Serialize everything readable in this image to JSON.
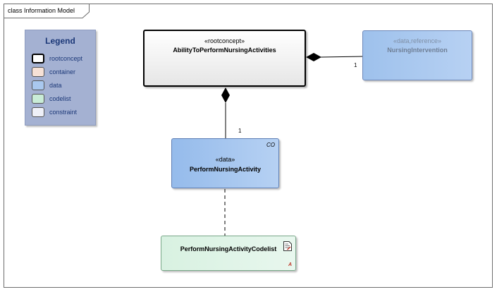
{
  "diagram": {
    "title": "class Information Model"
  },
  "legend": {
    "title": "Legend",
    "items": [
      {
        "label": "rootconcept",
        "color": "#ffffff"
      },
      {
        "label": "container",
        "color": "#f6e1d6"
      },
      {
        "label": "data",
        "color": "#a9c8ef"
      },
      {
        "label": "codelist",
        "color": "#c9ecd7"
      },
      {
        "label": "constraint",
        "color": "#eef0f8"
      }
    ]
  },
  "classes": {
    "root": {
      "stereotype": "«rootconcept»",
      "name": "AbilityToPerformNursingActivities"
    },
    "reference": {
      "stereotype": "«data,reference»",
      "name": "NursingIntervention"
    },
    "data": {
      "stereotype": "«data»",
      "name": "PerformNursingActivity",
      "tag": "CO"
    },
    "codelist": {
      "name": "PerformNursingActivityCodelist",
      "tag": "A"
    }
  },
  "associations": {
    "root_to_reference_multiplicity": "1",
    "root_to_data_multiplicity": "1"
  }
}
